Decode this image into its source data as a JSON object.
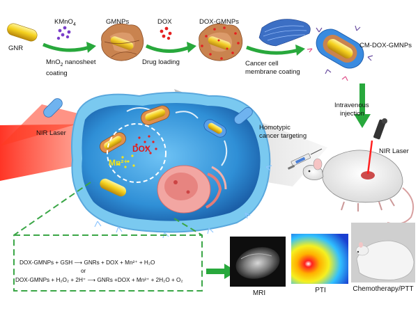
{
  "steps": {
    "gnr": "GNR",
    "kmno4_main": "KMnO",
    "kmno4_sub": "4",
    "gmnps": "GMNPs",
    "dox": "DOX",
    "dox_gmnps": "DOX-GMNPs",
    "cm_dox_gmnps": "CM-DOX-GMNPs"
  },
  "arrow_labels": {
    "coating_l1": "MnO",
    "coating_sub": "2",
    "coating_l1b": " nanosheet",
    "coating_l2": "coating",
    "drug_loading": "Drug loading",
    "membrane_l1": "Cancer cell",
    "membrane_l2": "membrane coating",
    "iv_l1": "Intravenous",
    "iv_l2": "injection",
    "homotypic_l1": "Homotypic",
    "homotypic_l2": "cancer targeting"
  },
  "cell": {
    "nir_laser_left": "NIR Laser",
    "nir_laser_mouse": "NIR Laser",
    "dox_in_cell": "DOX",
    "mn_in_cell": "Mn²⁺"
  },
  "equations": {
    "line1": "DOX-GMNPs + GSH ⟶ GNRs + DOX + Mn²⁺ + H₂O",
    "or": "or",
    "line2": "DOX-GMNPs + H₂O₂ + 2H⁺ ⟶ GNRs +DOX + Mn²⁺ + 2H₂O + O₂"
  },
  "panels": {
    "mri": "MRI",
    "pti": "PTI",
    "chemo": "Chemotherapy/PTT"
  },
  "colors": {
    "arrow_green": "#28a83c",
    "cell_blue": "#2f8fd6",
    "laser_red": "#e32222",
    "gold_rod": "#f2c51b"
  }
}
